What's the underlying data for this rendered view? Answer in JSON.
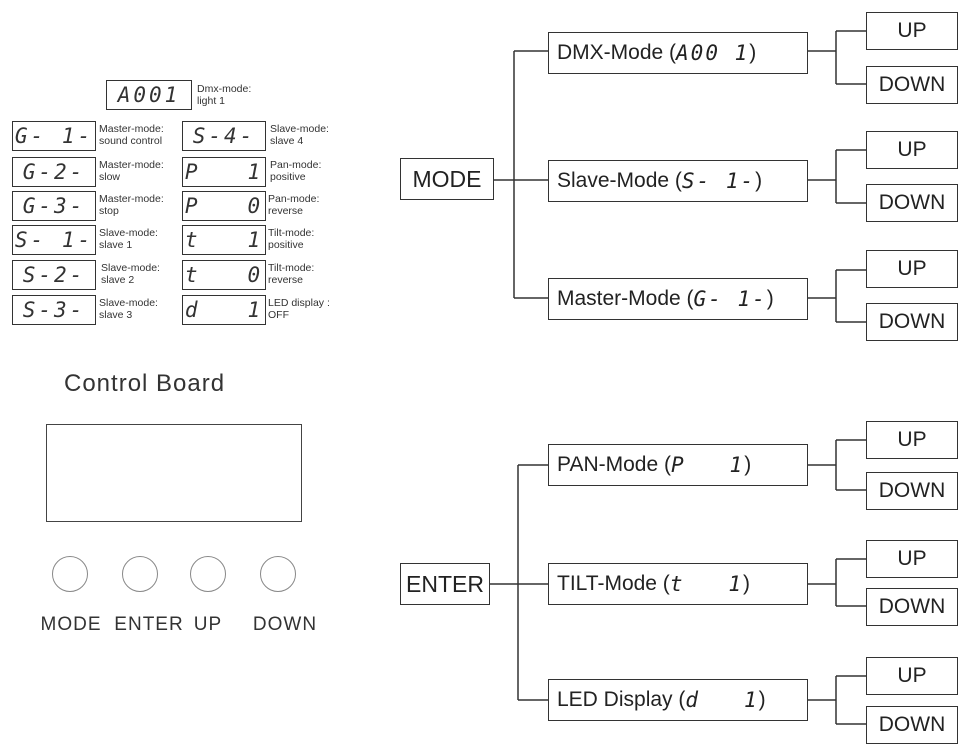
{
  "displays": {
    "top": {
      "code": "A001",
      "desc": [
        "Dmx-mode:",
        "light 1"
      ]
    },
    "left": [
      {
        "code": "G- 1-",
        "desc": [
          "Master-mode:",
          "sound control"
        ]
      },
      {
        "code": "G-2-",
        "desc": [
          "Master-mode:",
          "slow"
        ]
      },
      {
        "code": "G-3-",
        "desc": [
          "Master-mode:",
          "stop"
        ]
      },
      {
        "code": "S- 1-",
        "desc": [
          "Slave-mode:",
          "slave 1"
        ]
      },
      {
        "code": "S-2-",
        "desc": [
          "Slave-mode:",
          "slave 2"
        ]
      },
      {
        "code": "S-3-",
        "desc": [
          "Slave-mode:",
          "slave 3"
        ]
      }
    ],
    "right": [
      {
        "code": "S-4-",
        "desc": [
          "Slave-mode:",
          "slave 4"
        ]
      },
      {
        "code": "P   1",
        "desc": [
          "Pan-mode:",
          "positive"
        ]
      },
      {
        "code": "P   0",
        "desc": [
          "Pan-mode:",
          "reverse"
        ]
      },
      {
        "code": "t   1",
        "desc": [
          "Tilt-mode:",
          "positive"
        ]
      },
      {
        "code": "t   0",
        "desc": [
          "Tilt-mode:",
          "reverse"
        ]
      },
      {
        "code": "d   1",
        "desc": [
          "LED display :",
          "OFF"
        ]
      }
    ]
  },
  "control_board": {
    "title": "Control Board",
    "buttons": [
      "MODE",
      "ENTER",
      "UP",
      "DOWN"
    ]
  },
  "mode_tree": {
    "root": "MODE",
    "children": [
      {
        "label": "DMX-Mode (",
        "code": "A00 1",
        "close": ")"
      },
      {
        "label": "Slave-Mode (",
        "code": "S- 1-",
        "close": ")"
      },
      {
        "label": "Master-Mode (",
        "code": "G- 1-",
        "close": ")"
      }
    ]
  },
  "enter_tree": {
    "root": "ENTER",
    "children": [
      {
        "label": "PAN-Mode (",
        "code": "P   1",
        "close": ")"
      },
      {
        "label": "TILT-Mode (",
        "code": "t   1",
        "close": ")"
      },
      {
        "label": "LED Display (",
        "code": "d   1",
        "close": ")"
      }
    ]
  },
  "leaf": {
    "up": "UP",
    "down": "DOWN"
  }
}
